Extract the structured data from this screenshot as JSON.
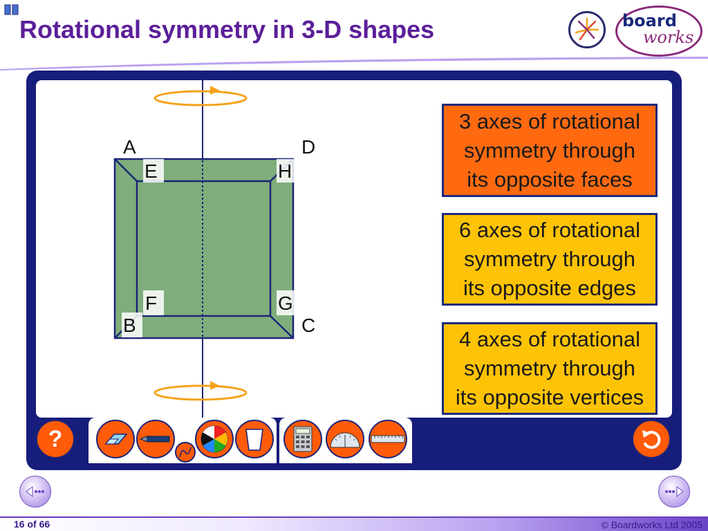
{
  "slide": {
    "title": "Rotational symmetry in 3-D shapes"
  },
  "diagram": {
    "vertices": {
      "A": "A",
      "B": "B",
      "C": "C",
      "D": "D",
      "E": "E",
      "F": "F",
      "G": "G",
      "H": "H"
    }
  },
  "info_boxes": [
    {
      "lines": [
        "3 axes of rotational",
        "symmetry through",
        "its opposite faces"
      ]
    },
    {
      "lines": [
        "6 axes of rotational",
        "symmetry through",
        "its opposite edges"
      ]
    },
    {
      "lines": [
        "4 axes of rotational",
        "symmetry through",
        "its opposite vertices"
      ]
    }
  ],
  "toolbar": {
    "help_label": "?"
  },
  "footer": {
    "page": "16 of 66",
    "copyright": "© Boardworks Ltd 2005"
  },
  "logo": {
    "board": "board",
    "works": "works"
  },
  "colors": {
    "title": "#5b1f99",
    "frame": "#171d7a",
    "button": "#ff5b08",
    "box_orange": "#ff6a10",
    "box_yellow": "#ffc305",
    "cube_fill": "#7fae7c",
    "rotation_arrow": "#f5a21a"
  },
  "icons": [
    "pause-icon",
    "help-icon",
    "eraser-icon",
    "pen-icon",
    "colour-wheel-icon",
    "bin-icon",
    "calculator-icon",
    "protractor-icon",
    "ruler-icon",
    "undo-icon",
    "previous-arrow-icon",
    "next-arrow-icon"
  ]
}
